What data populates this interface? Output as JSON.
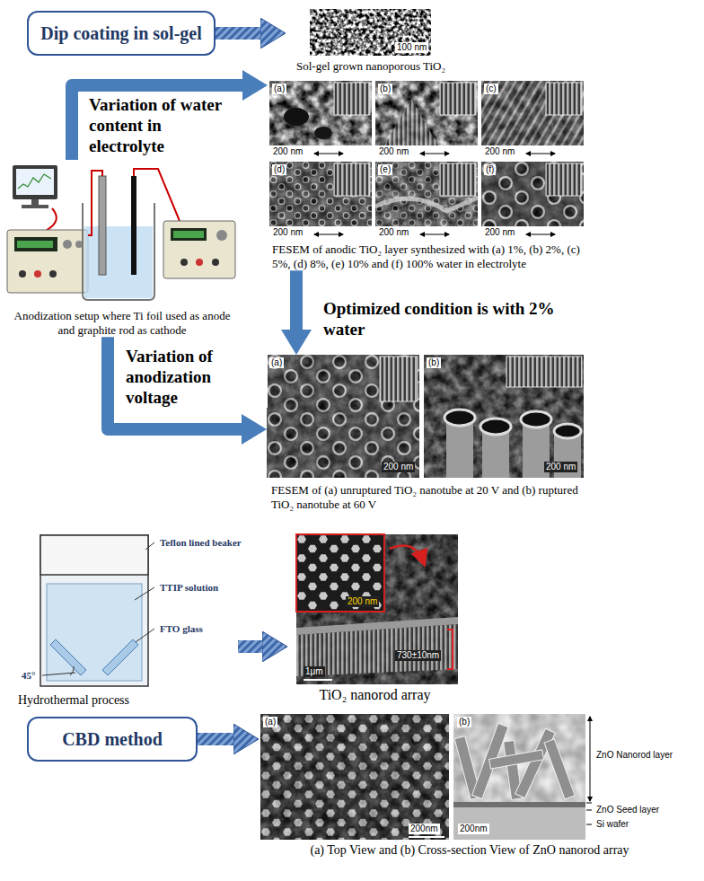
{
  "diagram": {
    "nodes": [
      {
        "text": [
          "Dip coating in sol-gel"
        ]
      },
      {
        "text": [
          "Sol-gel grown nanoporous TiO₂"
        ]
      },
      {
        "text": [
          "Anodization setup where Ti foil used as anode and graphite rod as cathode"
        ]
      },
      {
        "text": [
          "FESEM of anodic TiO₂ layer synthesized with (a) 1%, (b) 2%, (c) 5%, (d) 8%, (e) 10% and (f) 100% water in electrolyte"
        ]
      },
      {
        "text": [
          "FESEM of (a) unruptured TiO₂ nanotube at 20 V and (b) ruptured TiO₂ nanotube at 60 V"
        ]
      },
      {
        "text": [
          "Hydrothermal process"
        ]
      },
      {
        "text": [
          "TiO₂ nanorod array"
        ]
      },
      {
        "text": [
          "CBD method"
        ]
      },
      {
        "text": [
          "(a) Top View and (b) Cross-section View of ZnO nanorod array"
        ]
      }
    ],
    "edges": [
      {
        "from": 0,
        "to": 1,
        "arrow": "to"
      },
      {
        "from": 2,
        "to": 3,
        "label": "Variation of water content in electrolyte",
        "arrow": "to"
      },
      {
        "from": 3,
        "to": 4,
        "label": "Optimized condition is with 2% water",
        "arrow": "to"
      },
      {
        "from": 2,
        "to": 4,
        "label": "Variation of anodization voltage",
        "arrow": "to"
      },
      {
        "from": 5,
        "to": 6,
        "arrow": "to"
      },
      {
        "from": 7,
        "to": 8,
        "arrow": "to"
      }
    ],
    "labels": [
      "100 nm",
      "(a)",
      "200 nm",
      "(b)",
      "200 nm",
      "(c)",
      "200 nm",
      "(d)",
      "200 nm",
      "(e)",
      "200 nm",
      "(f)",
      "200 nm",
      "(a)",
      "200 nm",
      "(b)",
      "200 nm",
      "Teflon lined beaker",
      "TTIP solution",
      "FTO glass",
      "45°",
      "200 nm",
      "1μm",
      "730±10nm",
      "(a)",
      "200nm",
      "(b)",
      "200nm",
      "ZnO Nanorod layer",
      "ZnO Seed layer",
      "Si wafer"
    ]
  }
}
